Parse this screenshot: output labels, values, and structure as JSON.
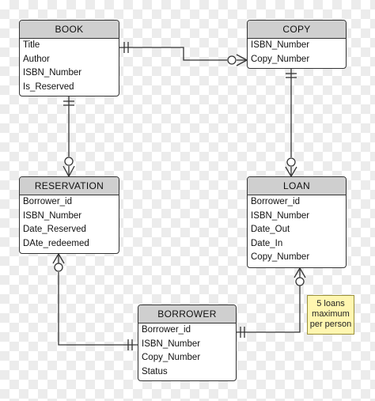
{
  "entities": {
    "book": {
      "title": "BOOK",
      "fields": [
        "Title",
        "Author",
        "ISBN_Number",
        "Is_Reserved"
      ]
    },
    "copy": {
      "title": "COPY",
      "fields": [
        "ISBN_Number",
        "Copy_Number"
      ]
    },
    "reservation": {
      "title": "RESERVATION",
      "fields": [
        "Borrower_id",
        "ISBN_Number",
        "Date_Reserved",
        "DAte_redeemed"
      ]
    },
    "loan": {
      "title": "LOAN",
      "fields": [
        "Borrower_id",
        "ISBN_Number",
        "Date_Out",
        "Date_In",
        "Copy_Number"
      ]
    },
    "borrower": {
      "title": "BORROWER",
      "fields": [
        "Borrower_id",
        "ISBN_Number",
        "Copy_Number",
        "Status"
      ]
    }
  },
  "note": {
    "lines": [
      "5 loans",
      "maximum",
      "per person"
    ]
  },
  "colors": {
    "header_fill": "#cfcfcf",
    "border": "#333333",
    "note_fill": "#fff6b0"
  }
}
